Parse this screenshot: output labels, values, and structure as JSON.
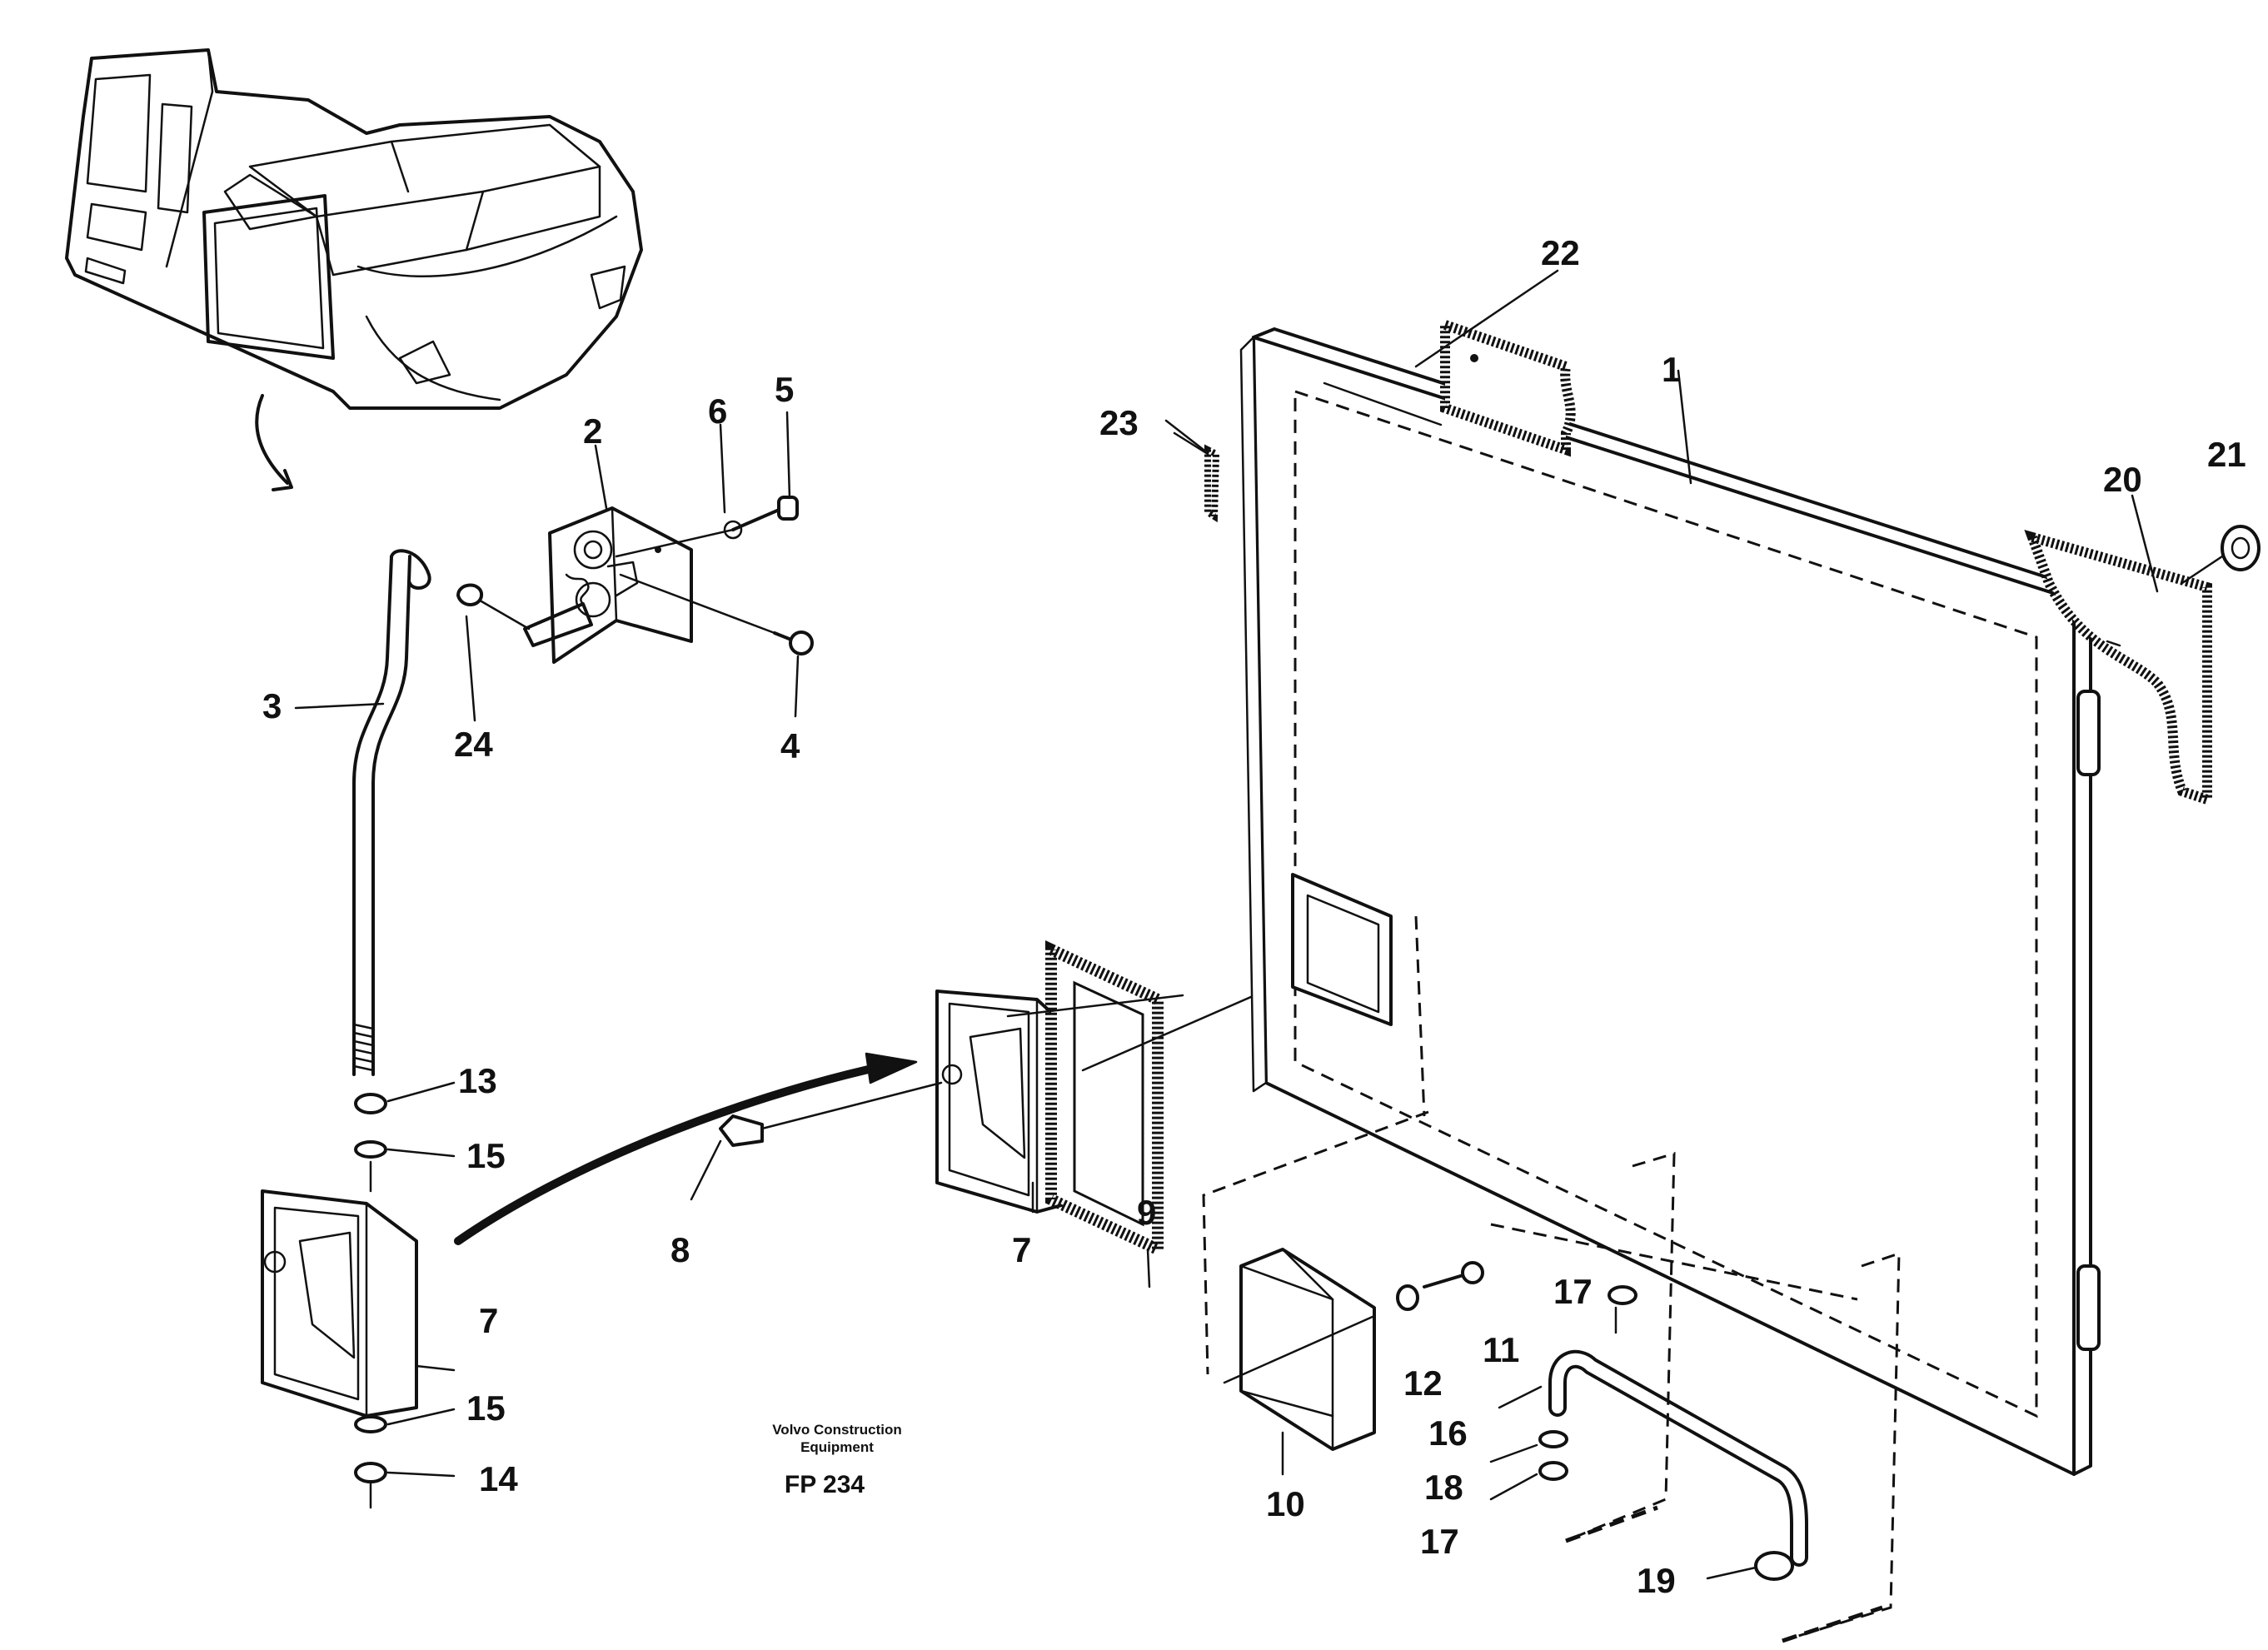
{
  "diagram": {
    "caption_company_line1": "Volvo Construction",
    "caption_company_line2": "Equipment",
    "caption_code": "FP 234",
    "callouts": {
      "c1": "1",
      "c2": "2",
      "c3": "3",
      "c4": "4",
      "c5": "5",
      "c6": "6",
      "c7a": "7",
      "c7b": "7",
      "c8": "8",
      "c9": "9",
      "c10": "10",
      "c11": "11",
      "c12": "12",
      "c13": "13",
      "c14": "14",
      "c15a": "15",
      "c15b": "15",
      "c16": "16",
      "c17a": "17",
      "c17b": "17",
      "c18": "18",
      "c19": "19",
      "c20": "20",
      "c21": "21",
      "c22": "22",
      "c23": "23",
      "c24": "24"
    }
  }
}
